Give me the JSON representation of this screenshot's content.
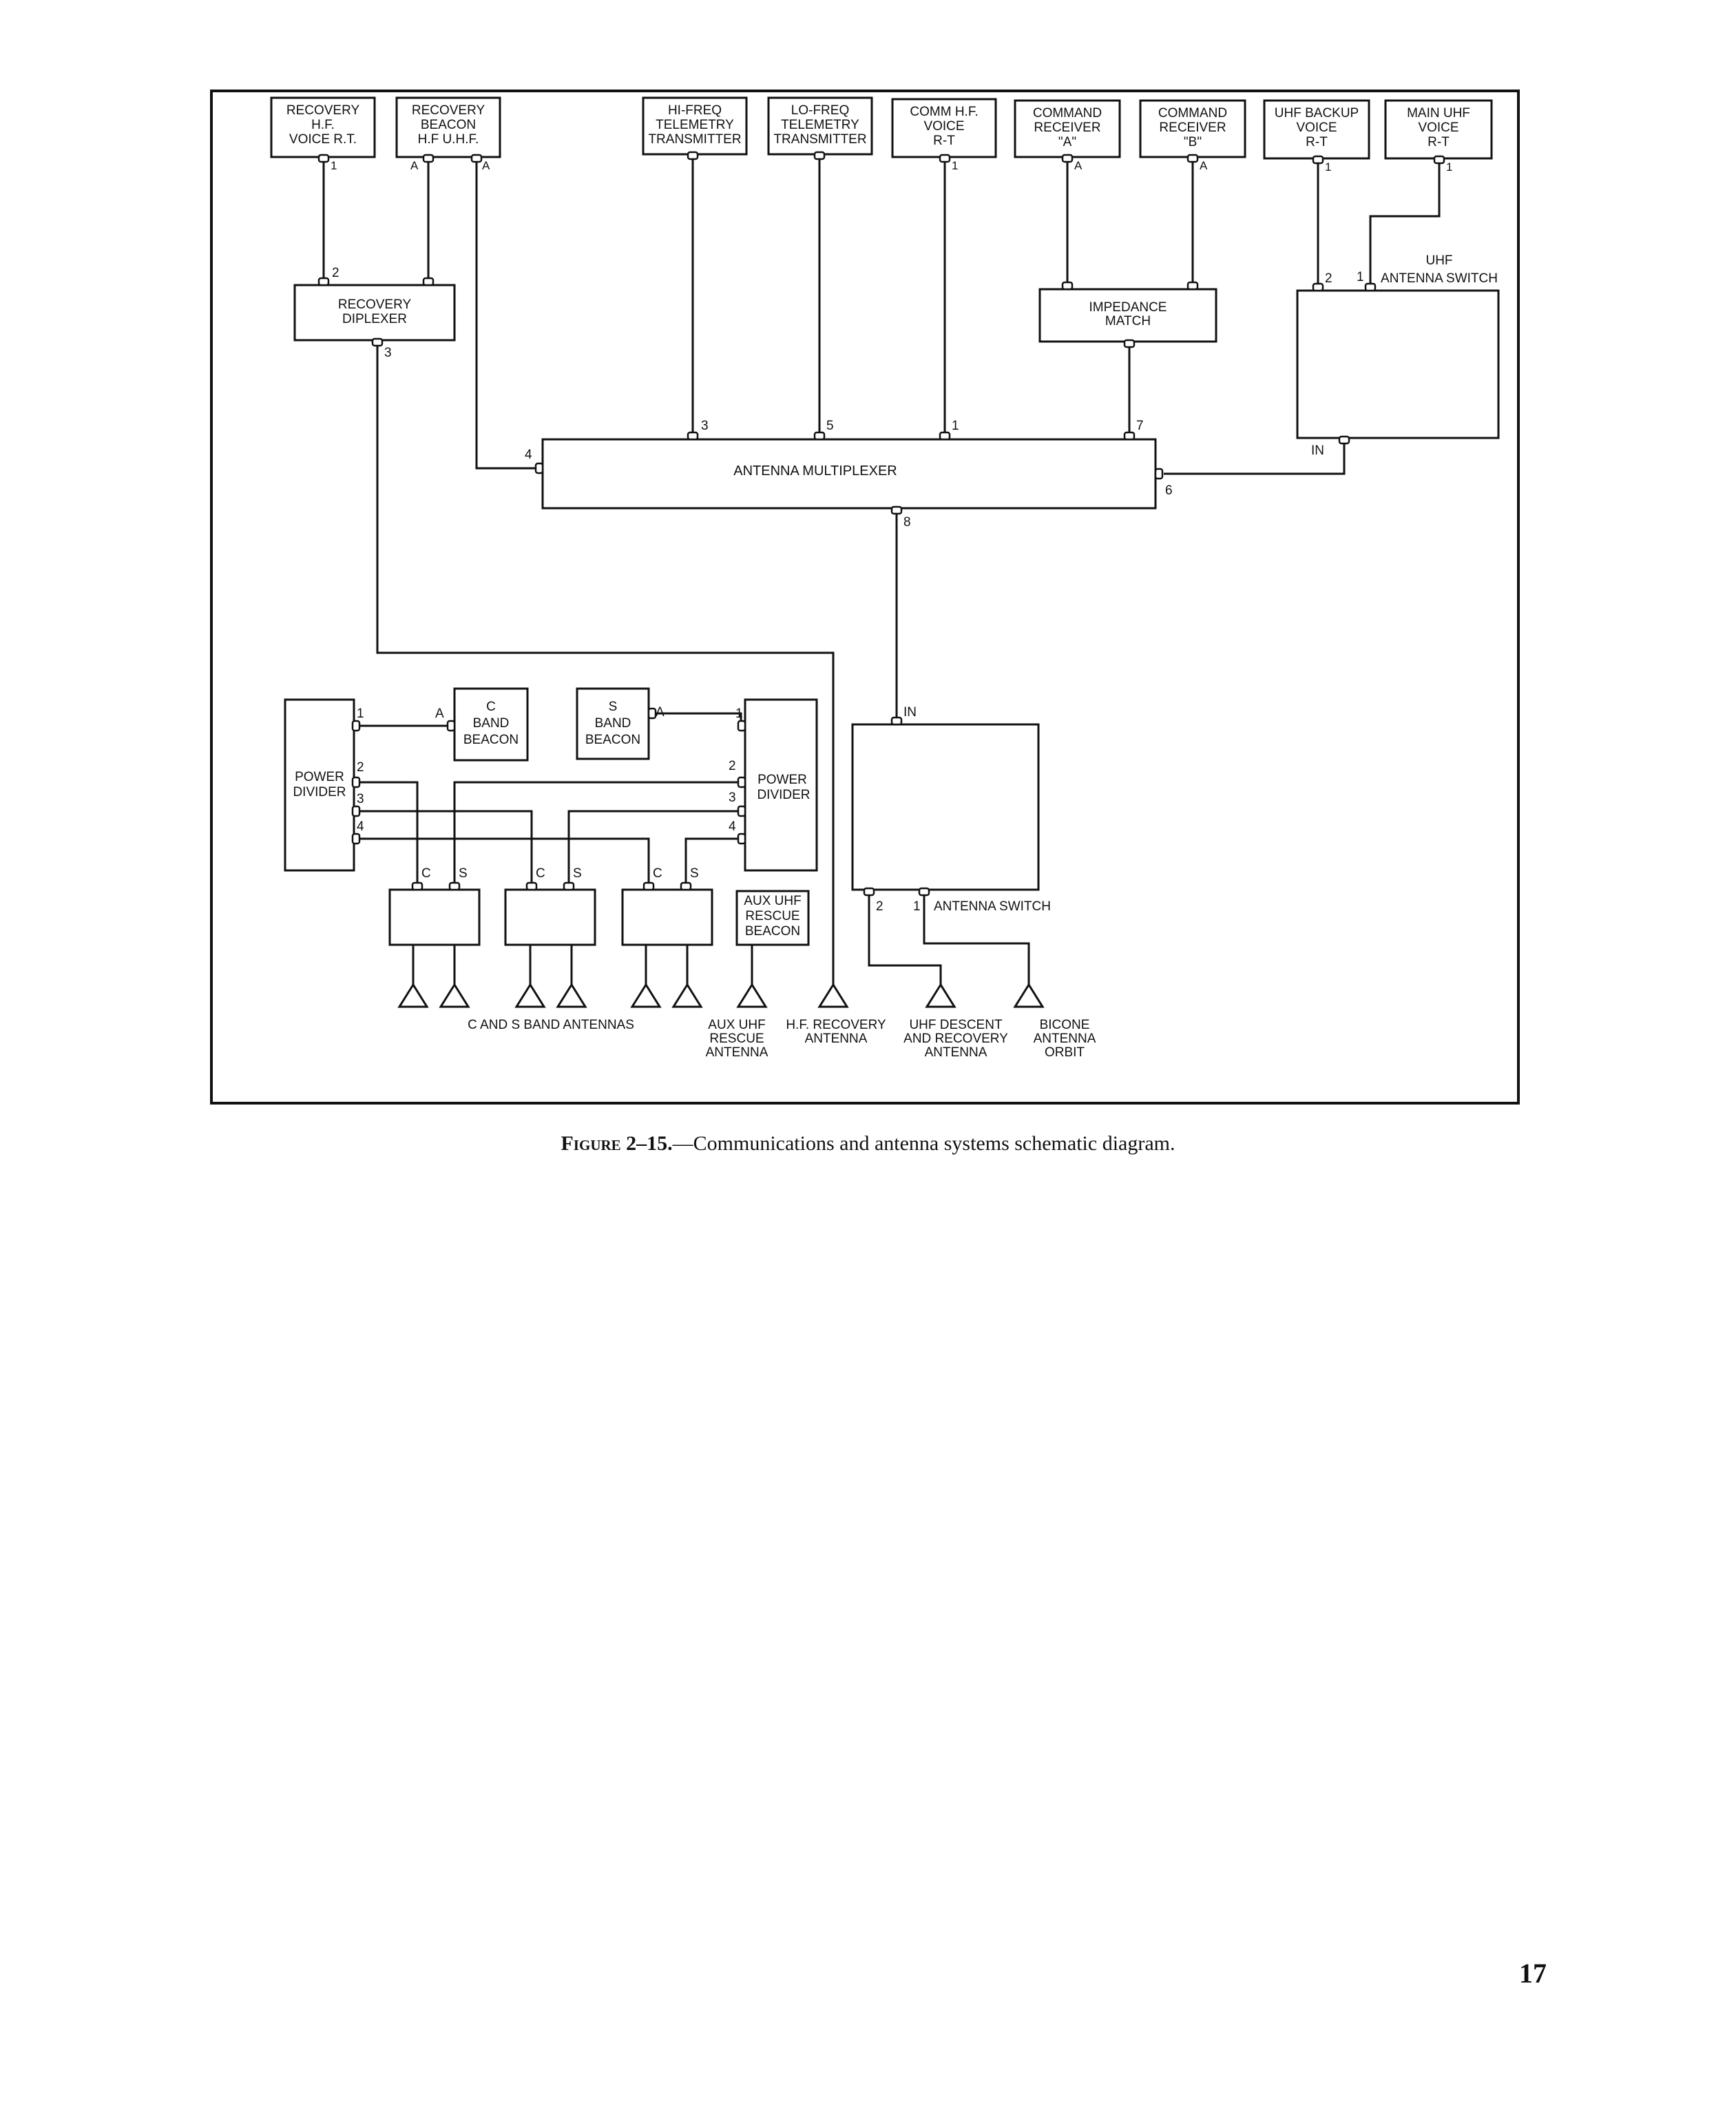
{
  "blocks": {
    "recovery_hf_voice_rt": [
      "RECOVERY",
      "H.F.",
      "VOICE R.T."
    ],
    "recovery_beacon": [
      "RECOVERY",
      "BEACON",
      "H.F  U.H.F."
    ],
    "hi_freq_telemetry": [
      "HI-FREQ",
      "TELEMETRY",
      "TRANSMITTER"
    ],
    "lo_freq_telemetry": [
      "LO-FREQ",
      "TELEMETRY",
      "TRANSMITTER"
    ],
    "comm_hf_voice": [
      "COMM H.F.",
      "VOICE",
      "R-T"
    ],
    "command_receiver_a": [
      "COMMAND",
      "RECEIVER",
      "\"A\""
    ],
    "command_receiver_b": [
      "COMMAND",
      "RECEIVER",
      "\"B\""
    ],
    "uhf_backup_voice": [
      "UHF BACKUP",
      "VOICE",
      "R-T"
    ],
    "main_uhf_voice": [
      "MAIN UHF",
      "VOICE",
      "R-T"
    ],
    "recovery_diplexer": [
      "RECOVERY",
      "DIPLEXER"
    ],
    "impedance_match": [
      "IMPEDANCE",
      "MATCH"
    ],
    "uhf_antenna_switch": [
      "UHF",
      "ANTENNA SWITCH"
    ],
    "antenna_multiplexer": [
      "ANTENNA  MULTIPLEXER"
    ],
    "power_divider_left": [
      "POWER",
      "DIVIDER"
    ],
    "power_divider_right": [
      "POWER",
      "DIVIDER"
    ],
    "c_band_beacon": [
      "C",
      "BAND",
      "BEACON"
    ],
    "s_band_beacon": [
      "S",
      "BAND",
      "BEACON"
    ],
    "aux_uhf_rescue_beacon": [
      "AUX UHF",
      "RESCUE",
      "BEACON"
    ],
    "antenna_switch": [
      "ANTENNA SWITCH"
    ]
  },
  "ports": {
    "p1": "1",
    "p2": "2",
    "p3": "3",
    "p4": "4",
    "p5": "5",
    "p6": "6",
    "p7": "7",
    "p8": "8",
    "pA": "A",
    "pC": "C",
    "pS": "S",
    "pIN": "IN"
  },
  "antennas": {
    "c_and_s_band": [
      "C AND S  BAND ANTENNAS"
    ],
    "aux_uhf_rescue": [
      "AUX UHF",
      "RESCUE",
      "ANTENNA"
    ],
    "hf_recovery": [
      "H.F. RECOVERY",
      "ANTENNA"
    ],
    "uhf_descent_recovery": [
      "UHF DESCENT",
      "AND RECOVERY",
      "ANTENNA"
    ],
    "bicone_orbit": [
      "BICONE",
      "ANTENNA",
      "ORBIT"
    ]
  },
  "caption": {
    "label": "Figure 2–15.",
    "text": "—Communications and antenna systems schematic diagram."
  },
  "page_number": "17"
}
